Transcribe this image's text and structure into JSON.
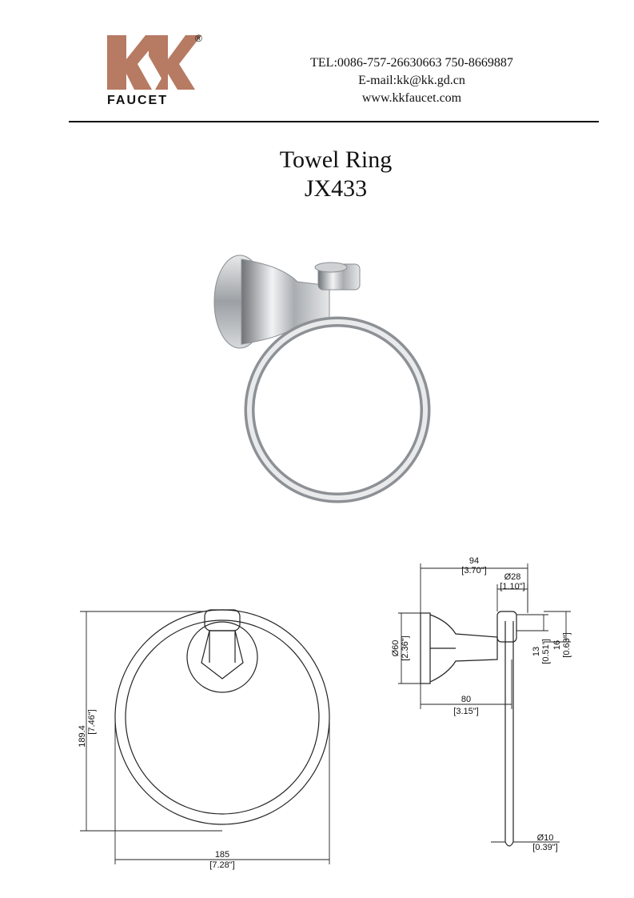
{
  "brand": {
    "logo_letters": "KK",
    "logo_word": "FAUCET",
    "registered_mark": "®",
    "logo_color": "#b77a63"
  },
  "contact": {
    "tel": "TEL:0086-757-26630663 750-8669887",
    "email": "E-mail:kk@kk.gd.cn",
    "website": "www.kkfaucet.com"
  },
  "product": {
    "name": "Towel Ring",
    "model": "JX433"
  },
  "dimensions": {
    "front_height": "189.4",
    "front_height_in": "[7.46\"]",
    "front_width": "185",
    "front_width_in": "[7.28\"]",
    "side_depth": "94",
    "side_depth_in": "[3.70\"]",
    "post_dia": "Ø28",
    "post_dia_in": "[1.10\"]",
    "base_dia": "Ø60",
    "base_dia_in": "[2.36\"]",
    "projection": "80",
    "projection_in": "[3.15\"]",
    "h13": "13",
    "h13_in": "[0.51\"]",
    "h16": "16",
    "h16_in": "[0.63\"]",
    "rod_dia": "Ø10",
    "rod_dia_in": "[0.39\"]"
  }
}
